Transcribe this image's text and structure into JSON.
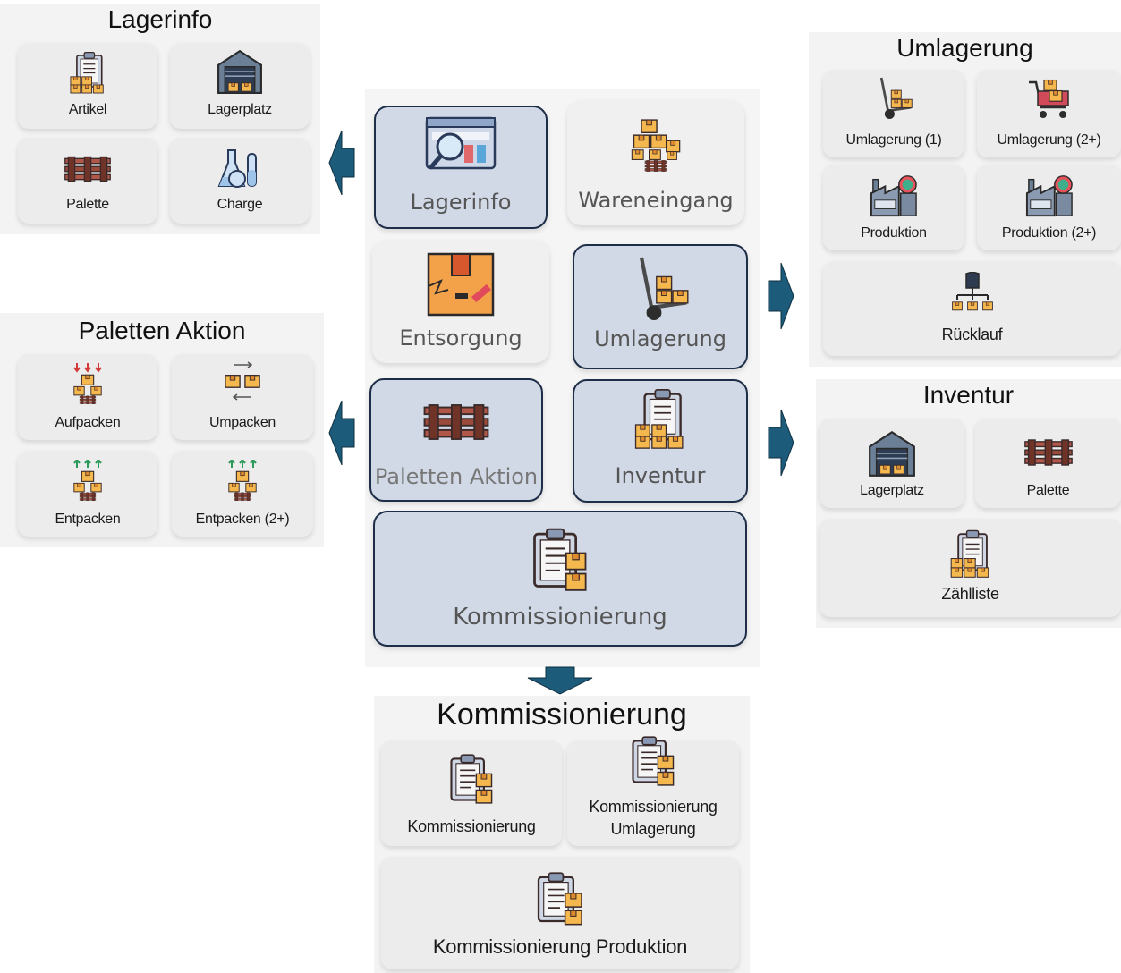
{
  "main": {
    "tiles": {
      "lagerinfo": "Lagerinfo",
      "wareneingang": "Wareneingang",
      "entsorgung": "Entsorgung",
      "umlagerung": "Umlagerung",
      "paletten": "Paletten Aktion",
      "inventur": "Inventur",
      "kommissionierung": "Kommissionierung"
    },
    "selected": [
      "lagerinfo",
      "umlagerung",
      "paletten",
      "inventur",
      "kommissionierung"
    ]
  },
  "lagerinfo_panel": {
    "title": "Lagerinfo",
    "items": [
      "Artikel",
      "Lagerplatz",
      "Palette",
      "Charge"
    ]
  },
  "paletten_panel": {
    "title": "Paletten Aktion",
    "items": [
      "Aufpacken",
      "Umpacken",
      "Entpacken",
      "Entpacken (2+)"
    ]
  },
  "umlagerung_panel": {
    "title": "Umlagerung",
    "items": [
      "Umlagerung (1)",
      "Umlagerung (2+)",
      "Produktion",
      "Produktion (2+)",
      "Rücklauf"
    ]
  },
  "inventur_panel": {
    "title": "Inventur",
    "items": [
      "Lagerplatz",
      "Palette",
      "Zählliste"
    ]
  },
  "kommissionierung_panel": {
    "title": "Kommissionierung",
    "items": [
      "Kommissionierung",
      "Kommissionierung",
      "Umlagerung",
      "Kommissionierung Produktion"
    ]
  },
  "colors": {
    "arrow": "#1c5b7a",
    "selected_bg": "#d1d9e6",
    "selected_border": "#1e2e48",
    "panel_bg": "#f3f3f3",
    "box": "#f0b04a",
    "pallet": "#9a4a3a"
  },
  "icons": [
    "clipboard-boxes-icon",
    "warehouse-icon",
    "pallet-icon",
    "flasks-icon",
    "magnifier-window-icon",
    "boxes-on-pallet-icon",
    "broken-box-icon",
    "hand-truck-icon",
    "cart-icon",
    "factory-icon",
    "hierarchy-icon",
    "arrows-down-icon",
    "arrows-swap-icon",
    "arrows-up-icon",
    "arrow-right",
    "arrow-left",
    "arrow-down"
  ]
}
